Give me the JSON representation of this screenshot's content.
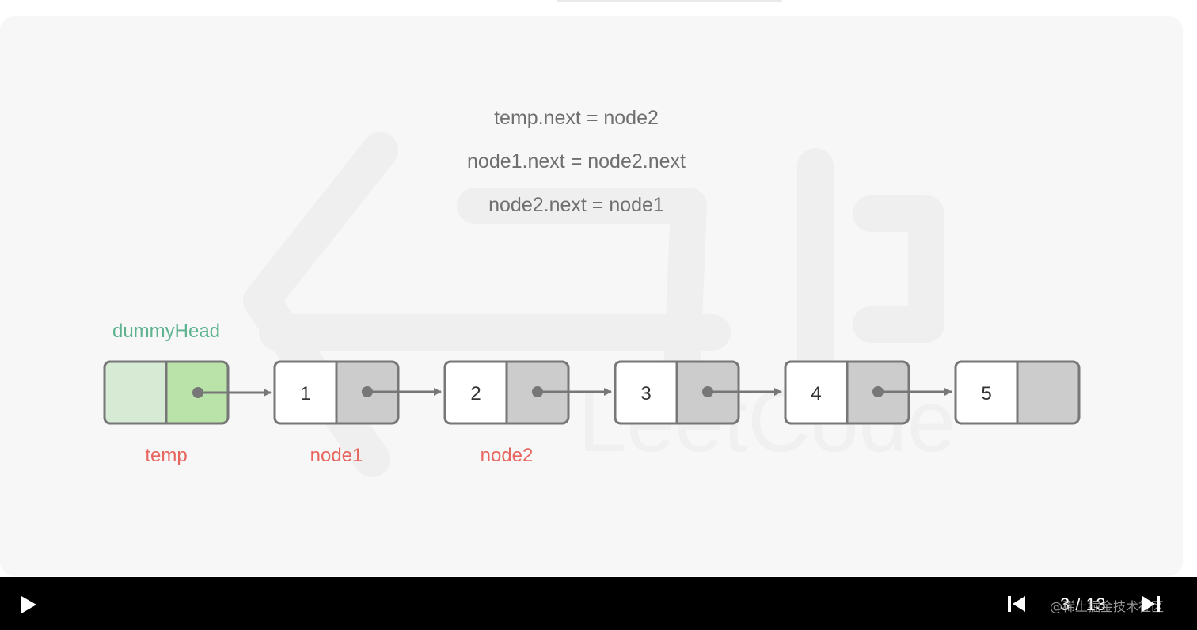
{
  "code": {
    "line1": "temp.next = node2",
    "line2": "node1.next = node2.next",
    "line3": "node2.next = node1"
  },
  "labels": {
    "dummy_head": "dummyHead",
    "temp": "temp",
    "node1": "node1",
    "node2": "node2"
  },
  "nodes": [
    "1",
    "2",
    "3",
    "4",
    "5"
  ],
  "colors": {
    "pointer_label": "#e8655f",
    "dummy_label": "#5db38f",
    "dummy_fill_left": "#d6ead4",
    "dummy_fill_right": "#b9e3a8",
    "node_value_fill": "#ffffff",
    "node_next_fill": "#cccccc",
    "stroke": "#777777"
  },
  "player": {
    "current": "3",
    "total": "13",
    "play_icon": "play-icon",
    "prev_icon": "step-back-icon",
    "next_icon": "step-forward-icon"
  },
  "credit": "@稀土掘金技术社区"
}
